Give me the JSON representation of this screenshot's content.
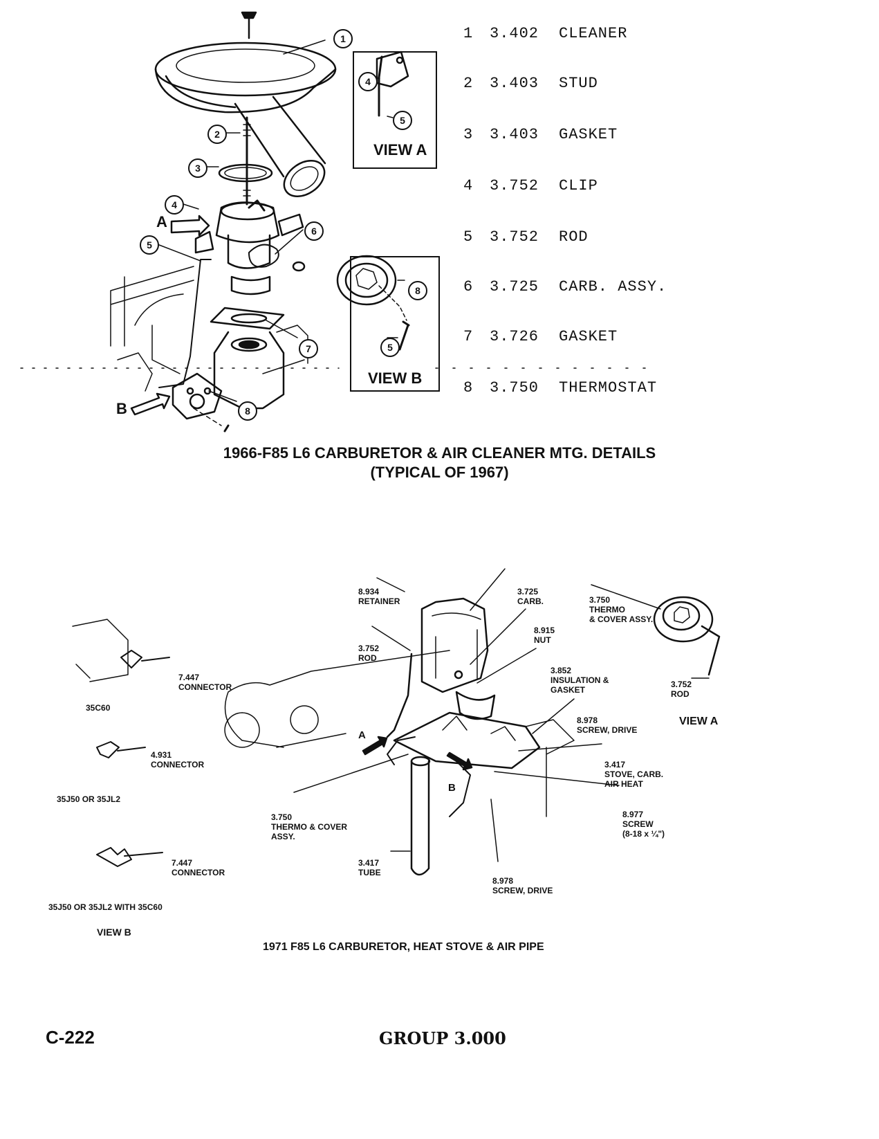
{
  "top_diagram": {
    "callouts": [
      "1",
      "2",
      "3",
      "4",
      "5",
      "6",
      "7",
      "8"
    ],
    "view_a_title": "VIEW A",
    "view_b_title": "VIEW B",
    "arrow_a": "A",
    "arrow_b": "B",
    "caption_line1": "1966-F85 L6 CARBURETOR & AIR CLEANER MTG. DETAILS",
    "caption_line2": "(TYPICAL OF 1967)"
  },
  "parts_list": [
    {
      "num": "1",
      "code": "3.402",
      "name": "CLEANER"
    },
    {
      "num": "2",
      "code": "3.403",
      "name": "STUD"
    },
    {
      "num": "3",
      "code": "3.403",
      "name": "GASKET"
    },
    {
      "num": "4",
      "code": "3.752",
      "name": "CLIP"
    },
    {
      "num": "5",
      "code": "3.752",
      "name": "ROD"
    },
    {
      "num": "6",
      "code": "3.725",
      "name": "CARB. ASSY."
    },
    {
      "num": "7",
      "code": "3.726",
      "name": "GASKET"
    },
    {
      "num": "8",
      "code": "3.750",
      "name": "THERMOSTAT"
    }
  ],
  "bottom_diagram": {
    "labels": {
      "retainer": [
        "8.934",
        "RETAINER"
      ],
      "carb": [
        "3.725",
        "CARB."
      ],
      "nut": [
        "8.915",
        "NUT"
      ],
      "rod": [
        "3.752",
        "ROD"
      ],
      "insulation": [
        "3.852",
        "INSULATION &",
        "GASKET"
      ],
      "thermo_cover_top": [
        "3.750",
        "THERMO",
        "& COVER ASSY."
      ],
      "rod_view_a": [
        "3.752",
        "ROD"
      ],
      "screw_drive_top": [
        "8.978",
        "SCREW, DRIVE"
      ],
      "stove": [
        "3.417",
        "STOVE, CARB.",
        "AIR HEAT"
      ],
      "screw": [
        "8.977",
        "SCREW",
        "(8-18 x ¼\")"
      ],
      "thermo_cover_left": [
        "3.750",
        "THERMO & COVER",
        "ASSY."
      ],
      "tube": [
        "3.417",
        "TUBE"
      ],
      "screw_drive_bottom": [
        "8.978",
        "SCREW, DRIVE"
      ],
      "connector1": [
        "7.447",
        "CONNECTOR"
      ],
      "connector2": [
        "4.931",
        "CONNECTOR"
      ],
      "connector3": [
        "7.447",
        "CONNECTOR"
      ]
    },
    "variant1": "35C60",
    "variant2": "35J50 OR 35JL2",
    "variant3": "35J50 OR 35JL2 WITH 35C60",
    "view_a": "VIEW A",
    "view_b": "VIEW B",
    "arrow_a": "A",
    "arrow_b": "B",
    "caption": "1971 F85 L6 CARBURETOR, HEAT STOVE & AIR PIPE"
  },
  "footer": {
    "page_id": "C-222",
    "group": "GROUP 3.000"
  }
}
